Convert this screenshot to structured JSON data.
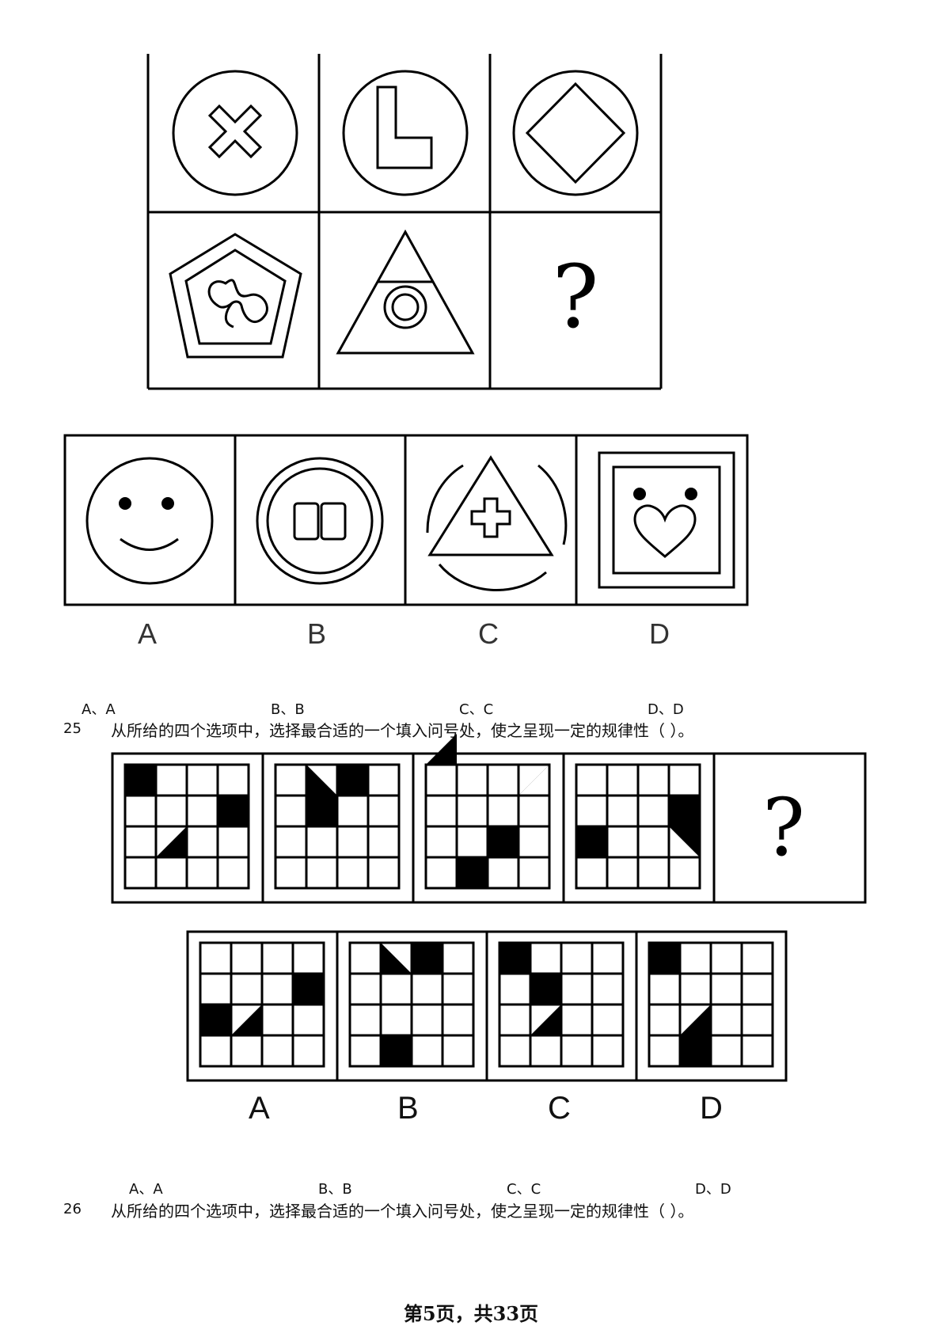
{
  "puzzle1": {
    "question_mark": "?",
    "option_labels": [
      "A",
      "B",
      "C",
      "D"
    ],
    "answer_choices": [
      "A、A",
      "B、B",
      "C、C",
      "D、D"
    ]
  },
  "q25": {
    "number": "25",
    "text": "从所给的四个选项中，选择最合适的一个填入问号处，使之呈现一定的规律性（    ）。",
    "question_mark": "?",
    "option_labels": [
      "A",
      "B",
      "C",
      "D"
    ],
    "answer_choices": [
      "A、A",
      "B、B",
      "C、C",
      "D、D"
    ]
  },
  "q26": {
    "number": "26",
    "text": "从所给的四个选项中，选择最合适的一个填入问号处，使之呈现一定的规律性（    ）。"
  },
  "footer": "第5页，共33页"
}
